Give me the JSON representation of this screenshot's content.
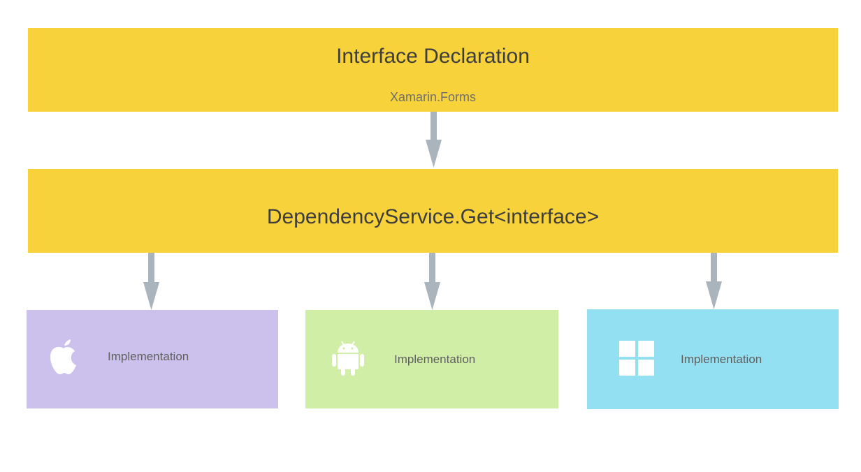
{
  "top": {
    "title": "Interface Declaration",
    "subtitle": "Xamarin.Forms"
  },
  "middle": {
    "title": "DependencyService.Get<interface>"
  },
  "implementations": [
    {
      "label": "Implementation",
      "icon": "apple-icon",
      "color": "#ccc1ec"
    },
    {
      "label": "Implementation",
      "icon": "android-icon",
      "color": "#d1eea6"
    },
    {
      "label": "Implementation",
      "icon": "windows-icon",
      "color": "#93e0f2"
    }
  ],
  "colors": {
    "box": "#f7d23b",
    "arrow": "#aab4bd"
  }
}
